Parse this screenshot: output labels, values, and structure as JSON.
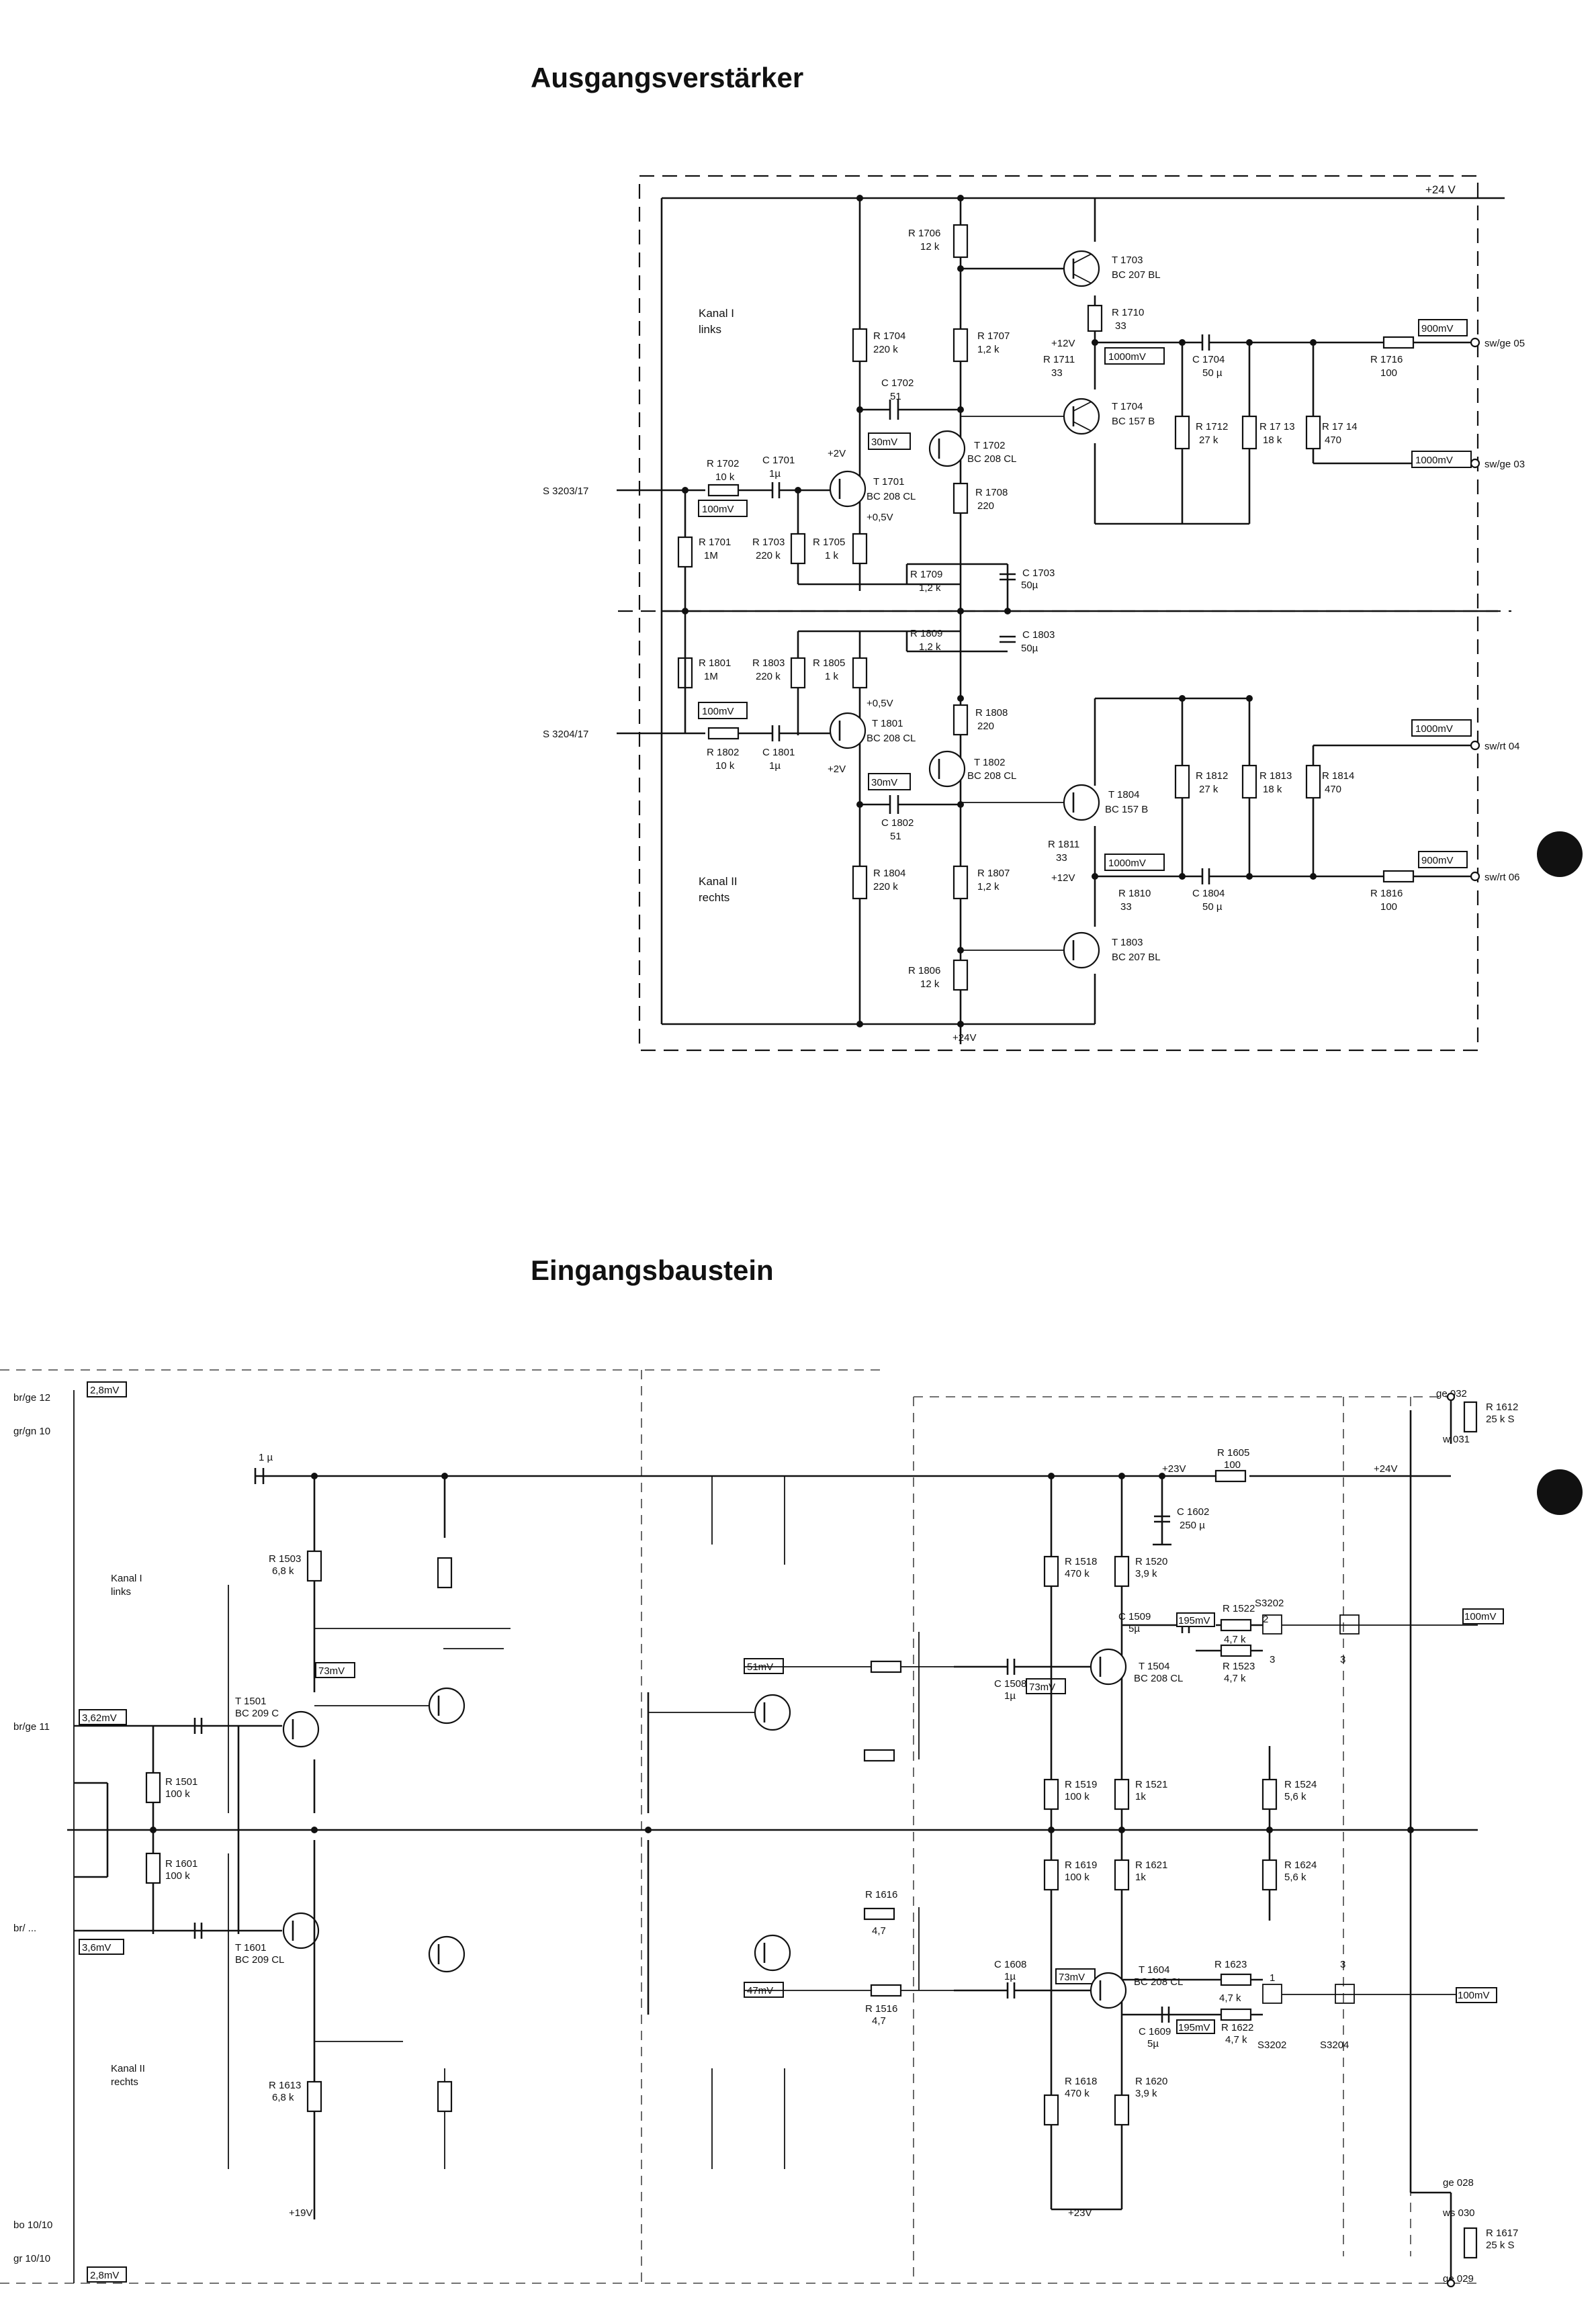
{
  "titles": {
    "output": "Ausgangsverstärker",
    "input": "Eingangsbaustein"
  },
  "out": {
    "rails": {
      "top": "+24 V",
      "bottom": "+24V"
    },
    "channels": {
      "k1": [
        "Kanal I",
        "links"
      ],
      "k2": [
        "Kanal II",
        "rechts"
      ]
    },
    "inputs": {
      "in1": "S 3203/17",
      "in2": "S 3204/17"
    },
    "outputs": {
      "o1": "sw/ge 05",
      "o2": "sw/ge 03",
      "o3": "sw/rt 04",
      "o4": "sw/rt 06"
    },
    "levels": {
      "l100": "100mV",
      "l30": "30mV",
      "l1000": "1000mV",
      "l900": "900mV"
    },
    "voltages": {
      "p2": "+2V",
      "p05": "+0,5V",
      "p12": "+12V",
      "p05b": "+0,5V",
      "p2b": "+2V",
      "p12b": "+12V"
    },
    "r1706": [
      "R 1706",
      "12 k"
    ],
    "t1703": [
      "T 1703",
      "BC 207 BL"
    ],
    "r1710": [
      "R 1710",
      "33"
    ],
    "r1711": [
      "R 1711",
      "33"
    ],
    "r1704": [
      "R 1704",
      "220 k"
    ],
    "r1707": [
      "R 1707",
      "1,2 k"
    ],
    "c1702": [
      "C 1702",
      "51"
    ],
    "t1704": [
      "T 1704",
      "BC 157 B"
    ],
    "c1704": [
      "C 1704",
      "50 µ"
    ],
    "r1716": [
      "R 1716",
      "100"
    ],
    "r1702": [
      "R 1702",
      "10 k"
    ],
    "c1701": [
      "C 1701",
      "1µ"
    ],
    "t1702": [
      "T 1702",
      "BC 208 CL"
    ],
    "t1701": [
      "T 1701",
      "BC 208 CL"
    ],
    "r1712": [
      "R 1712",
      "27 k"
    ],
    "r1713": [
      "R 17 13",
      "18 k"
    ],
    "r1714": [
      "R 17 14",
      "470"
    ],
    "r1708": [
      "R 1708",
      "220"
    ],
    "r1701": [
      "R 1701",
      "1M"
    ],
    "r1703": [
      "R 1703",
      "220 k"
    ],
    "r1705": [
      "R 1705",
      "1 k"
    ],
    "r1709": [
      "R 1709",
      "1,2 k"
    ],
    "c1703": [
      "C 1703",
      "50µ"
    ],
    "r1809": [
      "R 1809",
      "1,2 k"
    ],
    "c1803": [
      "C 1803",
      "50µ"
    ],
    "r1801": [
      "R 1801",
      "1M"
    ],
    "r1803": [
      "R 1803",
      "220 k"
    ],
    "r1805": [
      "R 1805",
      "1 k"
    ],
    "r1808": [
      "R 1808",
      "220"
    ],
    "t1801": [
      "T 1801",
      "BC 208 CL"
    ],
    "r1802": [
      "R 1802",
      "10 k"
    ],
    "c1801": [
      "C 1801",
      "1µ"
    ],
    "t1802": [
      "T 1802",
      "BC 208 CL"
    ],
    "c1802": [
      "C 1802",
      "51"
    ],
    "t1804": [
      "T 1804",
      "BC 157 B"
    ],
    "r1811": [
      "R 1811",
      "33"
    ],
    "r1812": [
      "R 1812",
      "27 k"
    ],
    "r1813": [
      "R 1813",
      "18 k"
    ],
    "r1814": [
      "R 1814",
      "470"
    ],
    "r1804": [
      "R 1804",
      "220 k"
    ],
    "r1807": [
      "R 1807",
      "1,2 k"
    ],
    "r1810": [
      "R 1810",
      "33"
    ],
    "c1804": [
      "C 1804",
      "50 µ"
    ],
    "r1816": [
      "R 1816",
      "100"
    ],
    "r1806": [
      "R 1806",
      "12 k"
    ],
    "t1803": [
      "T 1803",
      "BC 207 BL"
    ]
  },
  "in": {
    "terms": {
      "t1": "br/ge 12",
      "t2": "gr/gn 10",
      "t3": "br/ge 11",
      "t4": "br/ ...",
      "t5": "bo 10/10",
      "t6": "gr 10/10"
    },
    "levels": {
      "a": "2,8mV",
      "b": "3,62mV",
      "c": "3,6mV",
      "d": "2,8mV",
      "e": "73mV",
      "f": "51mV",
      "g": "195mV",
      "h": "100mV",
      "i": "73mV",
      "j": "47mV",
      "k": "195mV",
      "l": "100mV"
    },
    "rails": {
      "r1": "+23V",
      "r2": "+24V",
      "r3": "+19V",
      "r4": "+23V"
    },
    "channels": {
      "k1": [
        "Kanal I",
        "links"
      ],
      "k2": [
        "Kanal II",
        "rechts"
      ]
    },
    "r1605": [
      "R 1605",
      "100"
    ],
    "c1602": [
      "C 1602",
      "250 µ"
    ],
    "r1612": [
      "R 1612",
      "25 k S"
    ],
    "r1617": [
      "R 1617",
      "25 k S"
    ],
    "t1501": [
      "T 1501",
      "BC 209 C"
    ],
    "t1601": [
      "T 1601",
      "BC 209 CL"
    ],
    "t1504": [
      "T 1504",
      "BC 208 CL"
    ],
    "t1604": [
      "T 1604",
      "BC 208 CL"
    ],
    "r1503": [
      "R 1503",
      "6,8 k"
    ],
    "r1501": [
      "R 1501",
      "100 k"
    ],
    "r1601": [
      "R 1601",
      "100 k"
    ],
    "r1518": [
      "R 1518",
      "470 k"
    ],
    "r1520": [
      "R 1520",
      "3,9 k"
    ],
    "r1522": [
      "R 1522",
      "4,7 k"
    ],
    "r1523": [
      "R 1523",
      "4,7 k"
    ],
    "c1509": [
      "C 1509",
      "5µ"
    ],
    "c1508": [
      "C 1508",
      "1µ"
    ],
    "r1519": [
      "R 1519",
      "100 k"
    ],
    "r1521": [
      "R 1521",
      "1k"
    ],
    "r1524": [
      "R 1524",
      "5,6 k"
    ],
    "r1619": [
      "R 1619",
      "100 k"
    ],
    "r1621": [
      "R 1621",
      "1k"
    ],
    "r1624": [
      "R 1624",
      "5,6 k"
    ],
    "r1623": [
      "R 1623",
      "4,7 k"
    ],
    "r1622": [
      "R 1622",
      "4,7 k"
    ],
    "c1608": [
      "C 1608",
      "1µ"
    ],
    "c1609": [
      "C 1609",
      "5µ"
    ],
    "r1618": [
      "R 1618",
      "470 k"
    ],
    "r1620": [
      "R 1620",
      "3,9 k"
    ],
    "r1613": [
      "R 1613",
      "6,8 k"
    ],
    "r1516": [
      "R 1516",
      "4,7"
    ],
    "r1616": [
      "R 1616",
      "4,7"
    ],
    "s3202": "S3202",
    "s3202b": "S3202",
    "s3204": "S3204",
    "sw": {
      "n2": "2",
      "n3": "3",
      "n1": "1",
      "n3b": "3",
      "n3c": "3"
    },
    "wt": {
      "a": "ge 032",
      "b": "w 031",
      "c": "ge 028",
      "d": "ws 030",
      "e": "ge 029",
      "f": "1 µ"
    }
  }
}
